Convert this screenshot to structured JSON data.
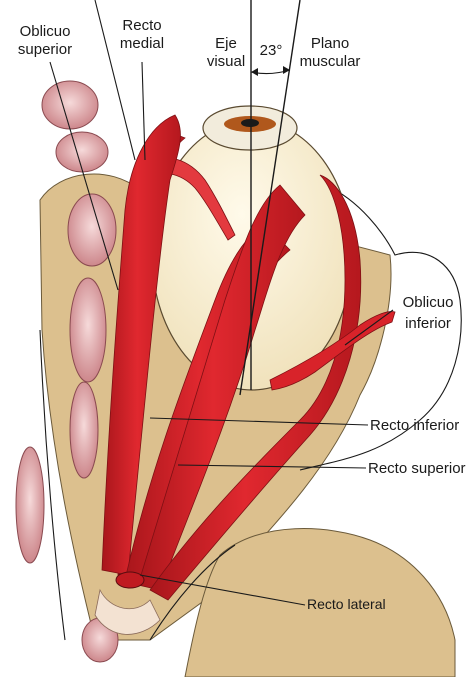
{
  "figure": {
    "labels": {
      "oblicuo_superior": [
        "Oblicuo",
        "superior"
      ],
      "recto_medial": [
        "Recto",
        "medial"
      ],
      "eje_visual": [
        "Eje",
        "visual"
      ],
      "angle": "23°",
      "plano_muscular": [
        "Plano",
        "muscular"
      ],
      "oblicuo_inferior": [
        "Oblicuo",
        "inferior"
      ],
      "recto_inferior": "Recto inferior",
      "recto_superior": "Recto superior",
      "recto_lateral": "Recto lateral"
    },
    "colors": {
      "muscle": "#d8232a",
      "muscle_dark": "#9e1418",
      "bone": "#dcc08e",
      "eyeball": "#fbf4df",
      "tendon": "#f3e2d2",
      "outline": "#1a1a1a",
      "iris": "#b0581c"
    }
  }
}
